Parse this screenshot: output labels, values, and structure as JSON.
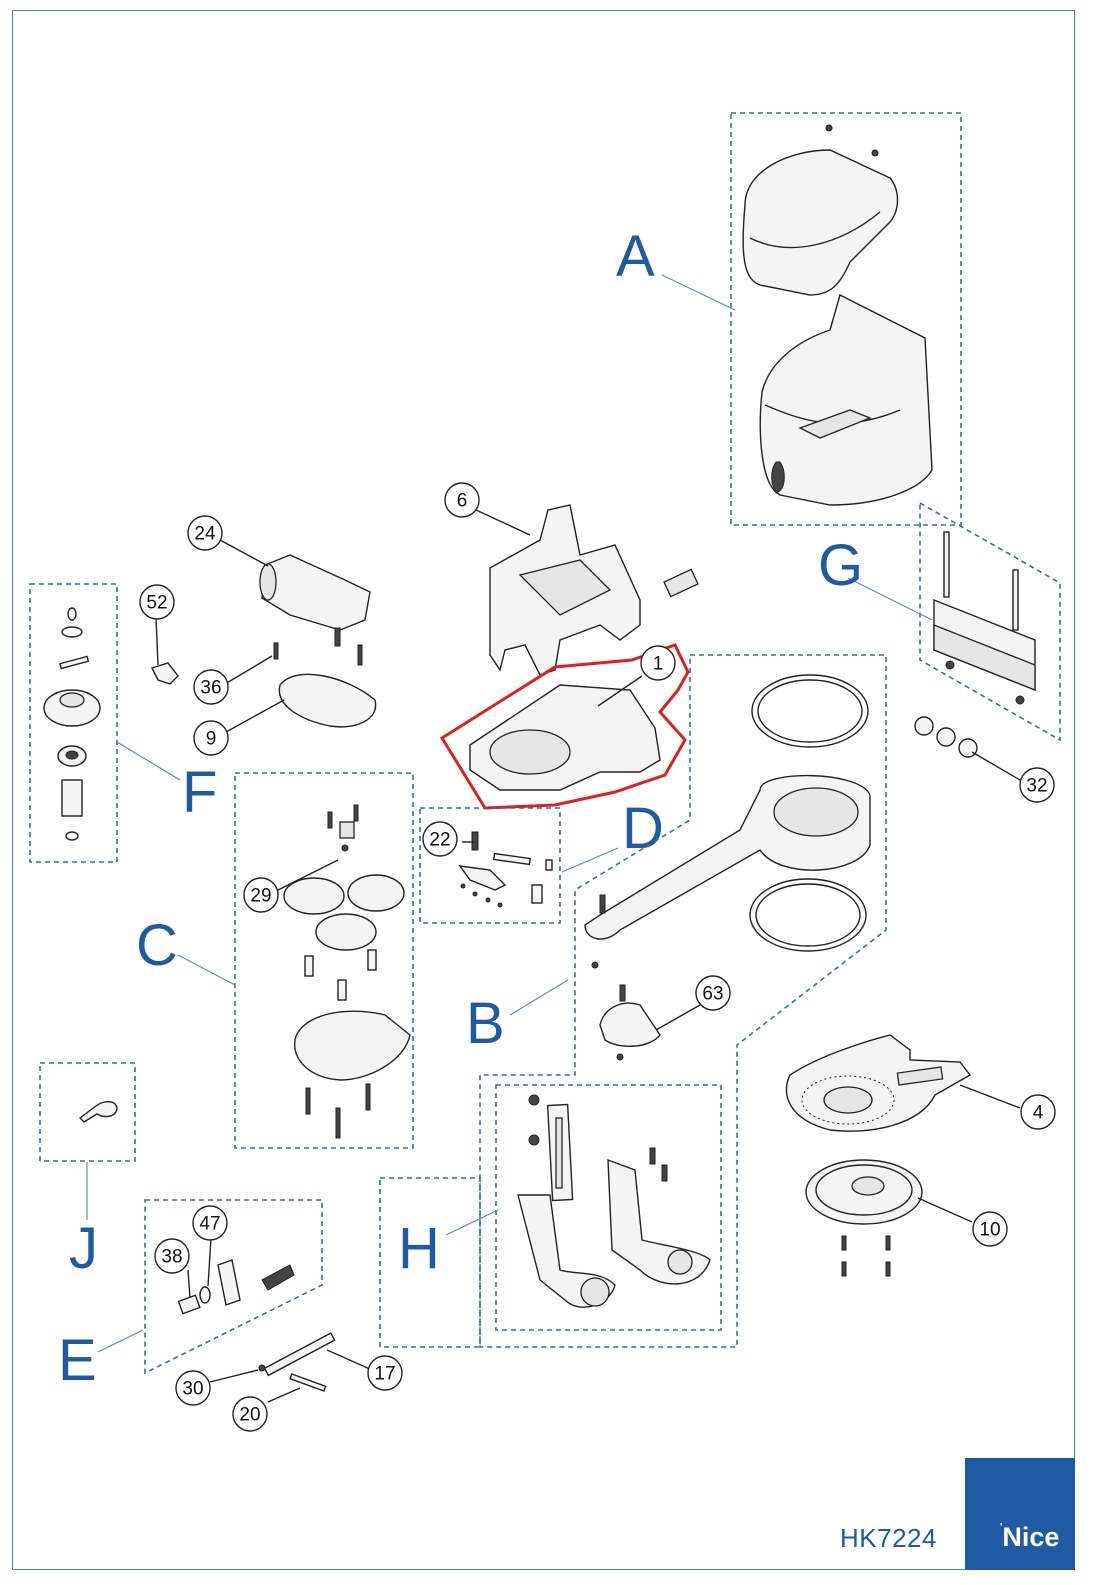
{
  "document": {
    "code": "HK7224",
    "brand": "Nice"
  },
  "groups": [
    {
      "id": "A",
      "label": "A"
    },
    {
      "id": "B",
      "label": "B"
    },
    {
      "id": "C",
      "label": "C"
    },
    {
      "id": "D",
      "label": "D"
    },
    {
      "id": "E",
      "label": "E"
    },
    {
      "id": "F",
      "label": "F"
    },
    {
      "id": "G",
      "label": "G"
    },
    {
      "id": "H",
      "label": "H"
    },
    {
      "id": "J",
      "label": "J"
    }
  ],
  "parts": [
    {
      "id": "p1",
      "label": "1",
      "highlighted": true
    },
    {
      "id": "p4",
      "label": "4"
    },
    {
      "id": "p6",
      "label": "6"
    },
    {
      "id": "p9",
      "label": "9"
    },
    {
      "id": "p10",
      "label": "10"
    },
    {
      "id": "p17",
      "label": "17"
    },
    {
      "id": "p20",
      "label": "20"
    },
    {
      "id": "p22",
      "label": "22"
    },
    {
      "id": "p24",
      "label": "24"
    },
    {
      "id": "p29",
      "label": "29"
    },
    {
      "id": "p30",
      "label": "30"
    },
    {
      "id": "p32",
      "label": "32"
    },
    {
      "id": "p36",
      "label": "36"
    },
    {
      "id": "p38",
      "label": "38"
    },
    {
      "id": "p47",
      "label": "47"
    },
    {
      "id": "p52",
      "label": "52"
    },
    {
      "id": "p63",
      "label": "63"
    }
  ],
  "colors": {
    "accent": "#1f5aa3",
    "dashed_border": "#2f6fb8",
    "highlight": "#e02020"
  }
}
